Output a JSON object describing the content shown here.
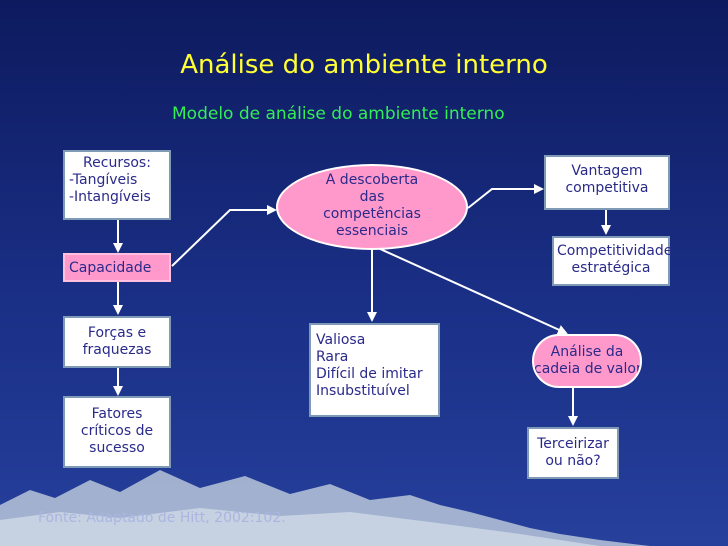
{
  "title": "Análise do ambiente interno",
  "subtitle": "Modelo de análise do ambiente interno",
  "left_column": {
    "recursos": [
      "Recursos:",
      "-Tangíveis",
      "-Intangíveis"
    ],
    "capacidade": "Capacidade",
    "forcas": [
      "Forças e",
      "fraquezas"
    ],
    "fatores": [
      "Fatores",
      "críticos de",
      "sucesso"
    ]
  },
  "center": {
    "descoberta": [
      "A descoberta",
      "das",
      "competências",
      "essenciais"
    ],
    "criterios": [
      "Valiosa",
      "Rara",
      "Difícil de imitar",
      "Insubstituível"
    ]
  },
  "right_column": {
    "vantagem": [
      "Vantagem",
      "competitiva"
    ],
    "competitividade": [
      "Competitividade",
      "estratégica"
    ],
    "cadeia": [
      "Análise da",
      "cadeia de valor"
    ],
    "terceirizar": [
      "Terceirizar",
      "ou não?"
    ]
  },
  "footer": "Fonte: Adaptado de Hitt, 2002:102.",
  "colors": {
    "title": "#ffff33",
    "subtitle": "#33ee55",
    "box_fill": "#ffffff",
    "box_pink": "#ff99cc",
    "text": "#2a2a8a",
    "arrow": "#ffffff"
  }
}
